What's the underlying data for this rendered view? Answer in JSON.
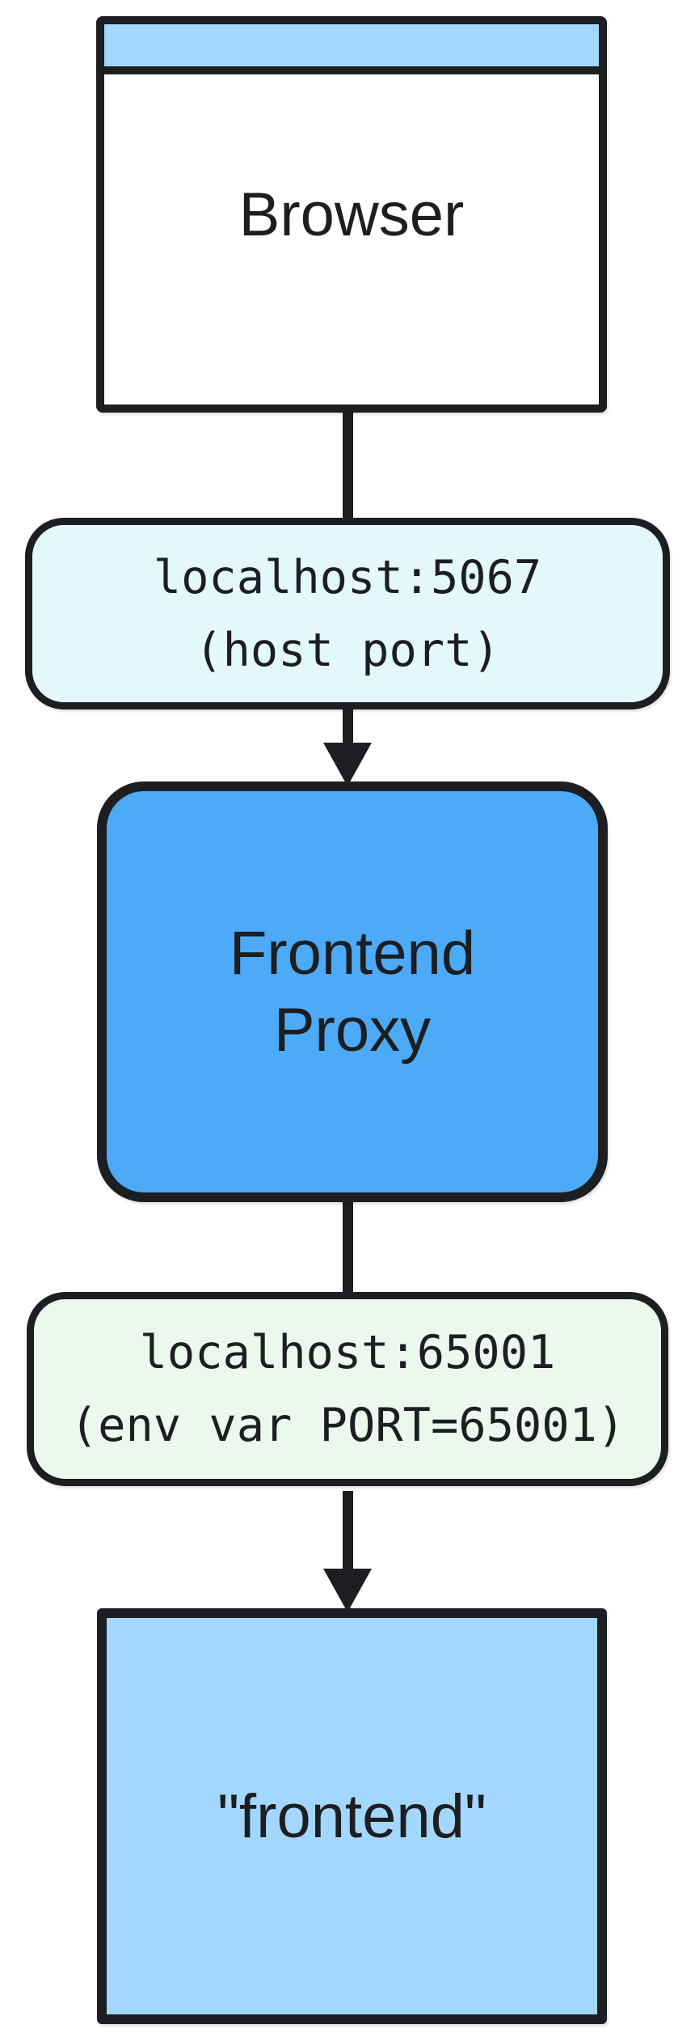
{
  "diagram": {
    "type": "flowchart",
    "direction": "top-down",
    "nodes": {
      "browser": {
        "label": "Browser",
        "shape": "browser-window"
      },
      "frontend_proxy": {
        "lines": [
          "Frontend",
          "Proxy"
        ],
        "shape": "rounded-rect"
      },
      "frontend_container": {
        "label": "\"frontend\"",
        "shape": "rect"
      }
    },
    "edge_labels": {
      "host_port": {
        "lines": [
          "localhost:5067",
          "(host port)"
        ]
      },
      "env_port": {
        "lines": [
          "localhost:65001",
          "(env var PORT=65001)"
        ]
      }
    },
    "edges": [
      {
        "from": "browser",
        "to": "frontend_proxy",
        "label": "localhost:5067 (host port)",
        "arrowhead": "down"
      },
      {
        "from": "frontend_proxy",
        "to": "frontend_container",
        "label": "localhost:65001 (env var PORT=65001)",
        "arrowhead": "down"
      }
    ],
    "colors": {
      "ink": "#1c1e21",
      "browser_titlebar": "#a4d7fd",
      "proxy_fill": "#4caaf6",
      "host_port_fill": "#e2f8fa",
      "env_port_fill": "#eaf8ee",
      "container_fill": "#a4d7fd"
    }
  }
}
